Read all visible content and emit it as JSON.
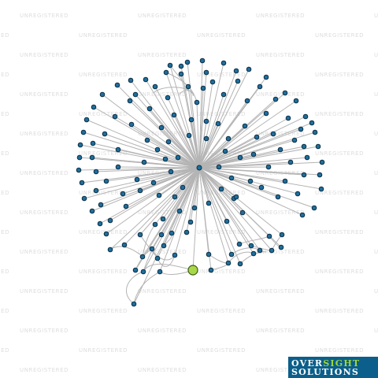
{
  "watermark": {
    "text": "UNREGISTERED"
  },
  "logo": {
    "line1_part1": "OVER",
    "line1_part2": "SIGHT",
    "line2": "SOLUTIONS",
    "colors": {
      "background": "#0b5f8a",
      "text": "#ffffff",
      "accent": "#9fd637"
    }
  },
  "graph": {
    "node_color": "#1f6e9c",
    "focus_node_color": "#a8d84a",
    "edge_color": "#b4b4b4"
  }
}
